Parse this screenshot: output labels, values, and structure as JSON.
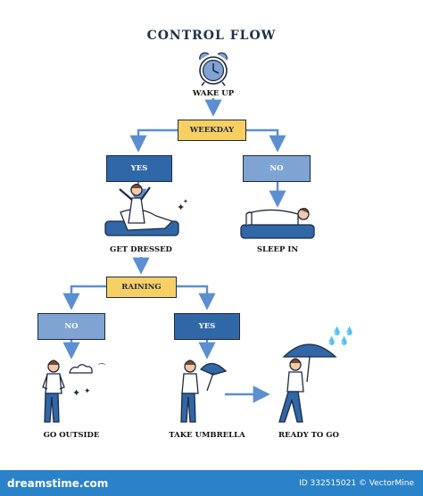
{
  "title": "CONTROL FLOW",
  "nodes": {
    "wake_up": "WAKE UP",
    "weekday": "WEEKDAY",
    "yes_weekday": "YES",
    "no_weekday": "NO",
    "get_dressed": "GET DRESSED",
    "sleep_in": "SLEEP IN",
    "raining": "RAINING",
    "no_raining": "NO",
    "yes_raining": "YES",
    "go_outside": "GO OUTSIDE",
    "take_umbrella": "TAKE UMBRELLA",
    "ready_to_go": "READY TO GO"
  },
  "footer": {
    "watermark": "dreamstime.com",
    "id_text": "ID 332515021 © VectorMine"
  },
  "colors": {
    "yellow_box": "#f7cf63",
    "dark_blue_box": "#2f67a7",
    "light_blue_box": "#7fa3d3",
    "arrow": "#5b8fd0",
    "footer": "#2a82c8"
  }
}
